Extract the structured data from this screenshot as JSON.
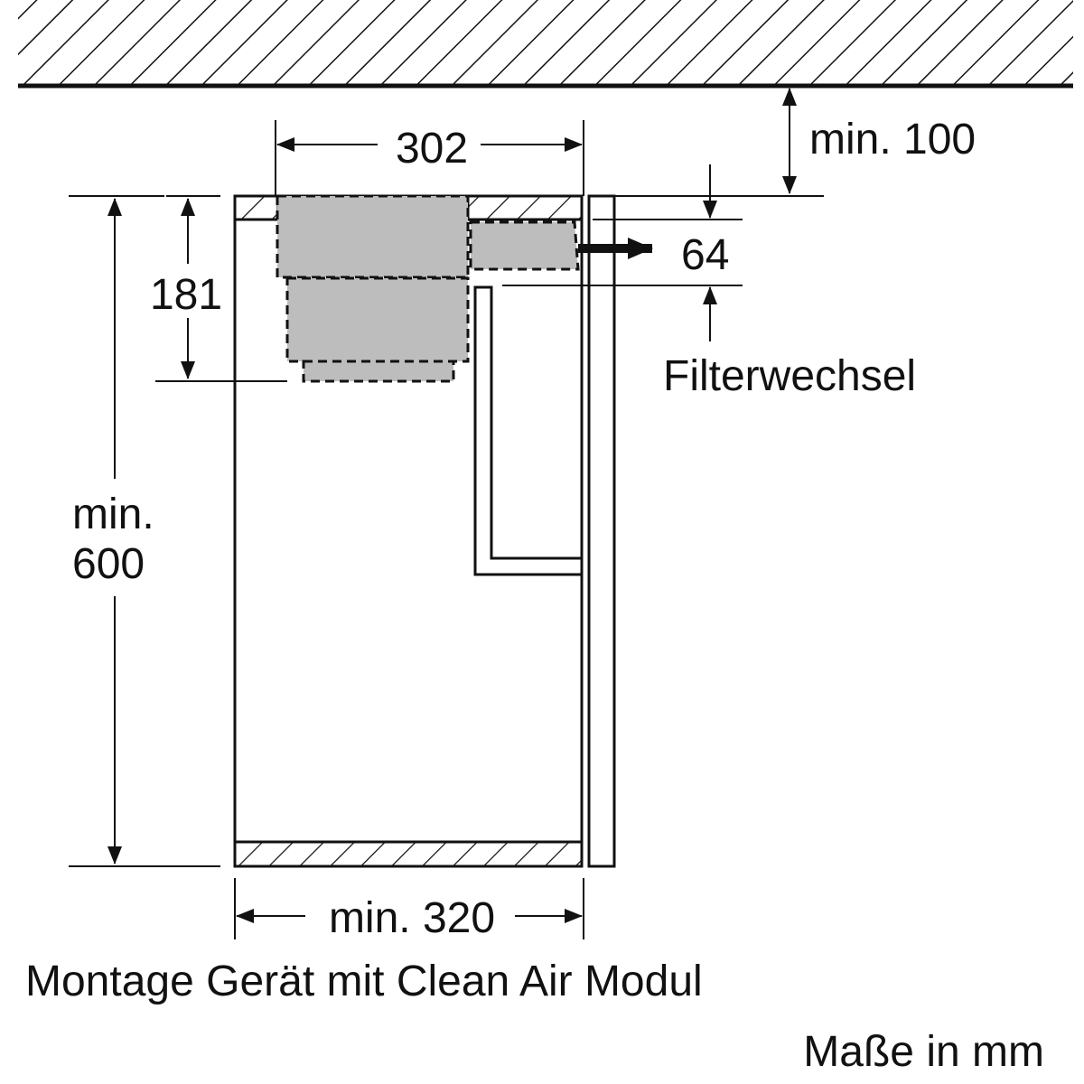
{
  "dimensions": {
    "ceiling_gap": "min. 100",
    "insert_width": "302",
    "module_height": "181",
    "cabinet_height_line1": "min.",
    "cabinet_height_line2": "600",
    "filter_clearance": "64",
    "cabinet_width": "min. 320"
  },
  "labels": {
    "filter_change": "Filterwechsel",
    "caption": "Montage Gerät mit Clean Air Modul",
    "units": "Maße in mm"
  },
  "colors": {
    "line": "#111111",
    "module_fill": "#bdbdbd",
    "background": "#ffffff"
  }
}
